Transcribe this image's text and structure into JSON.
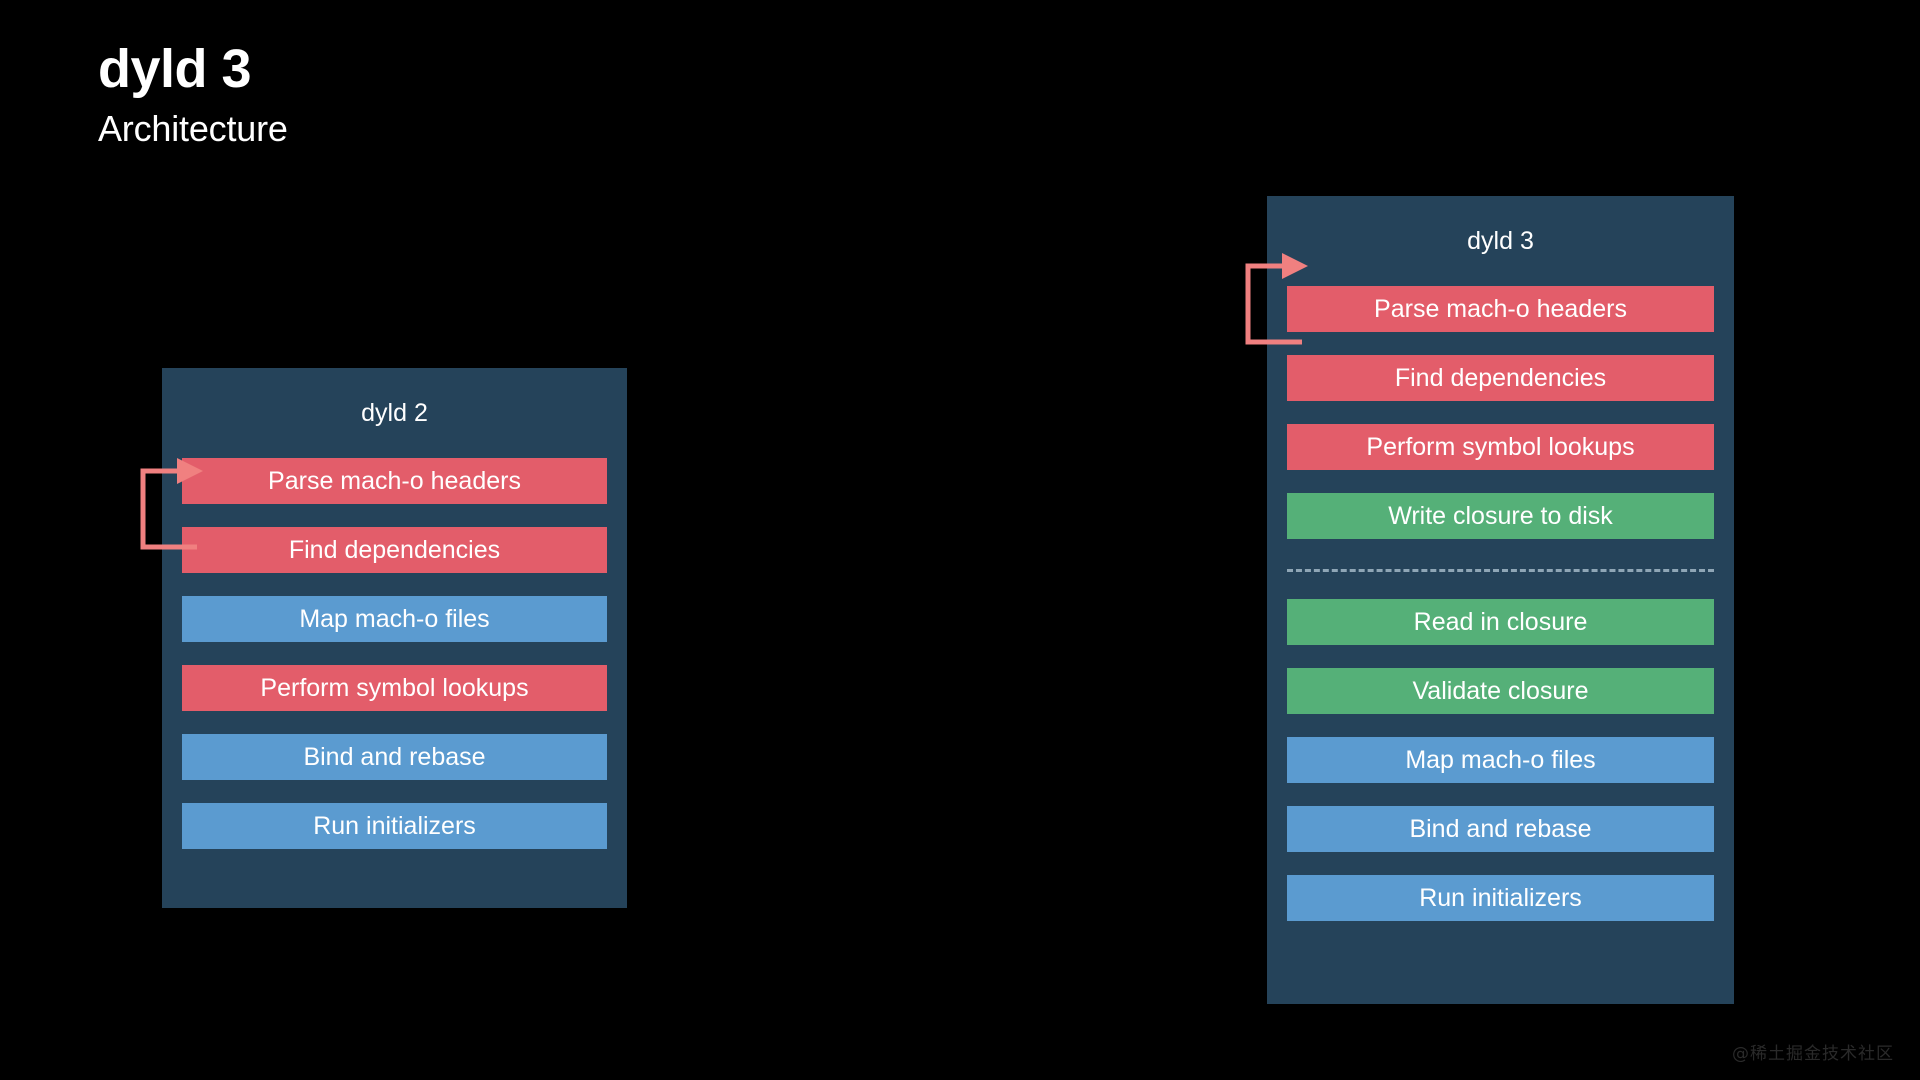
{
  "slide": {
    "title": "dyld 3",
    "subtitle": "Architecture",
    "background_color": "#000000",
    "watermark": "@稀土掘金技术社区"
  },
  "colors": {
    "panel_background": "#25435a",
    "stage_red": "#e35d6a",
    "stage_blue": "#5b9bd0",
    "stage_green": "#55b078",
    "arrow": "#f08080",
    "divider": "#8fa6b6",
    "text": "#ffffff"
  },
  "panels": [
    {
      "id": "dyld2",
      "title": "dyld 2",
      "stages": [
        {
          "label": "Parse mach-o headers",
          "color": "red"
        },
        {
          "label": "Find dependencies",
          "color": "red"
        },
        {
          "label": "Map mach-o files",
          "color": "blue"
        },
        {
          "label": "Perform symbol lookups",
          "color": "red"
        },
        {
          "label": "Bind and rebase",
          "color": "blue"
        },
        {
          "label": "Run initializers",
          "color": "blue"
        }
      ],
      "loop_arrow": {
        "from_stage": "Find dependencies",
        "to_stage": "Parse mach-o headers",
        "color": "#f08080"
      }
    },
    {
      "id": "dyld3",
      "title": "dyld 3",
      "stages": [
        {
          "label": "Parse mach-o headers",
          "color": "red"
        },
        {
          "label": "Find dependencies",
          "color": "red"
        },
        {
          "label": "Perform symbol lookups",
          "color": "red"
        },
        {
          "label": "Write closure to disk",
          "color": "green"
        },
        {
          "divider": true
        },
        {
          "label": "Read in closure",
          "color": "green"
        },
        {
          "label": "Validate closure",
          "color": "green"
        },
        {
          "label": "Map mach-o files",
          "color": "blue"
        },
        {
          "label": "Bind and rebase",
          "color": "blue"
        },
        {
          "label": "Run initializers",
          "color": "blue"
        }
      ],
      "loop_arrow": {
        "from_stage": "Find dependencies",
        "to_stage": "Parse mach-o headers",
        "color": "#f08080"
      }
    }
  ]
}
